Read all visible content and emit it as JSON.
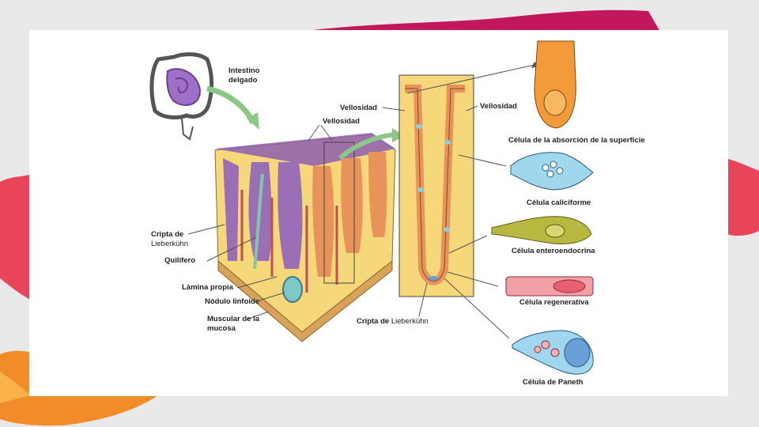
{
  "colors": {
    "background": "#e9e9e9",
    "slide": "#ffffff",
    "brush_magenta": "#c2185b",
    "brush_red": "#e8455a",
    "brush_orange": "#f28c28",
    "villus_purple": "#9b6fb5",
    "lamina_yellow": "#f6d77a",
    "epithelium_orange": "#e8935a",
    "lacteal_green": "#7fc8a9",
    "arrow_green": "#8cc78a"
  },
  "labels": {
    "intestine_line1": "Intestino",
    "intestine_line2": "delgado",
    "vellosidad_top": "Vellosidad",
    "vellosidad_left": "Vellosidad",
    "vellosidad_right": "Vellosidad",
    "cripta_de": "Cripta de",
    "lieberkuhn_left": "Lieberkühn",
    "quilifero": "Quilífero",
    "lamina_propia": "Lámina propia",
    "nodulo_linfoide": "Nódulo linfoide",
    "muscular_line1": "Muscular de la",
    "muscular_line2": "mucosa",
    "cripta_bottom_1": "Cripta de",
    "cripta_bottom_2": "Lieberkühn"
  },
  "cells": [
    {
      "name": "Célula de la absorción de la superficie"
    },
    {
      "name": "Célula caliciforme"
    },
    {
      "name": "Célula enteroendocrina"
    },
    {
      "name": "Célula regenerativa"
    },
    {
      "name": "Célula de Paneth"
    }
  ]
}
